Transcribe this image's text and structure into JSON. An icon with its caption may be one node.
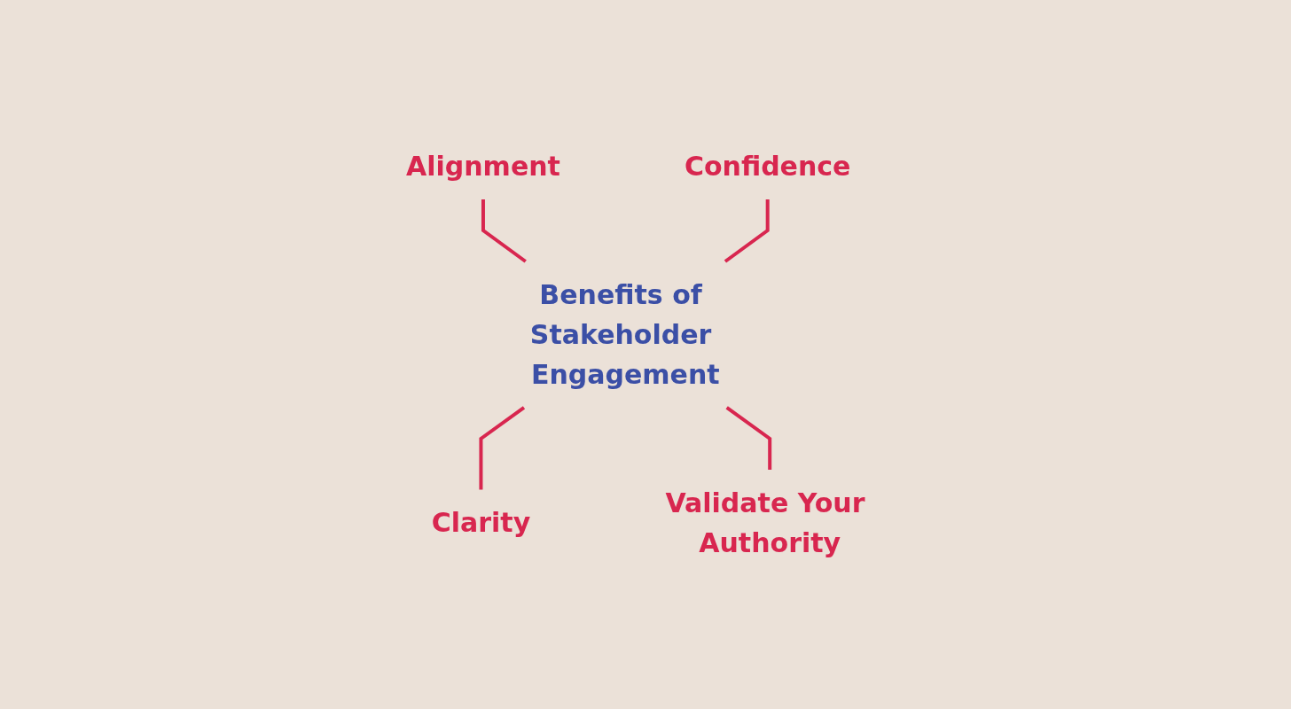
{
  "diagram": {
    "nodes": [
      {
        "text": [
          "Benefits of Stakeholder Engagement"
        ]
      },
      {
        "text": [
          "Alignment"
        ]
      },
      {
        "text": [
          "Confidence"
        ]
      },
      {
        "text": [
          "Clarity"
        ]
      },
      {
        "text": [
          "Validate Your Authority"
        ]
      }
    ],
    "edges": [
      {
        "from": 1,
        "to": 0,
        "arrow": "none"
      },
      {
        "from": 2,
        "to": 0,
        "arrow": "none"
      },
      {
        "from": 0,
        "to": 3,
        "arrow": "none"
      },
      {
        "from": 0,
        "to": 4,
        "arrow": "none"
      }
    ]
  }
}
